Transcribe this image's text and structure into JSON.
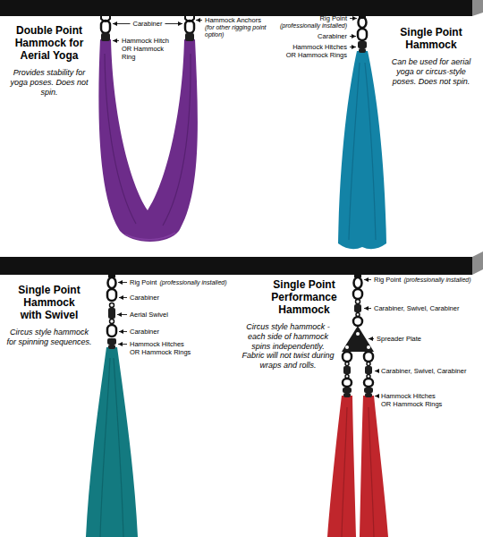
{
  "diagram": {
    "labels": [
      "Double Point Hammock for Aerial Yoga",
      "Provides stability for yoga poses. Does not spin.",
      "Carabiner",
      "Hammock Anchors",
      "(for other rigging point option)",
      "Hammock Hitch OR Hammock Ring",
      "Rig Point",
      "(professionally installed)",
      "Carabiner",
      "Hammock Hitches OR Hammock Rings",
      "Single Point Hammock",
      "Can be used for aerial yoga or circus-style poses. Does not spin.",
      "Single Point Hammock with Swivel",
      "Circus style hammock for spinning sequences.",
      "Rig Point",
      "(professionally installed)",
      "Carabiner",
      "Aerial Swivel",
      "Carabiner",
      "Hammock Hitches OR Hammock Rings",
      "Single Point Performance Hammock",
      "Circus style hammock - each side of hammock spins independently. Fabric will not twist during wraps and rolls.",
      "Rig Point",
      "(professionally installed)",
      "Carabiner, Swivel, Carabiner",
      "Spreader Plate",
      "Carabiner, Swivel, Carabiner",
      "Hammock Hitches OR Hammock Rings"
    ]
  }
}
